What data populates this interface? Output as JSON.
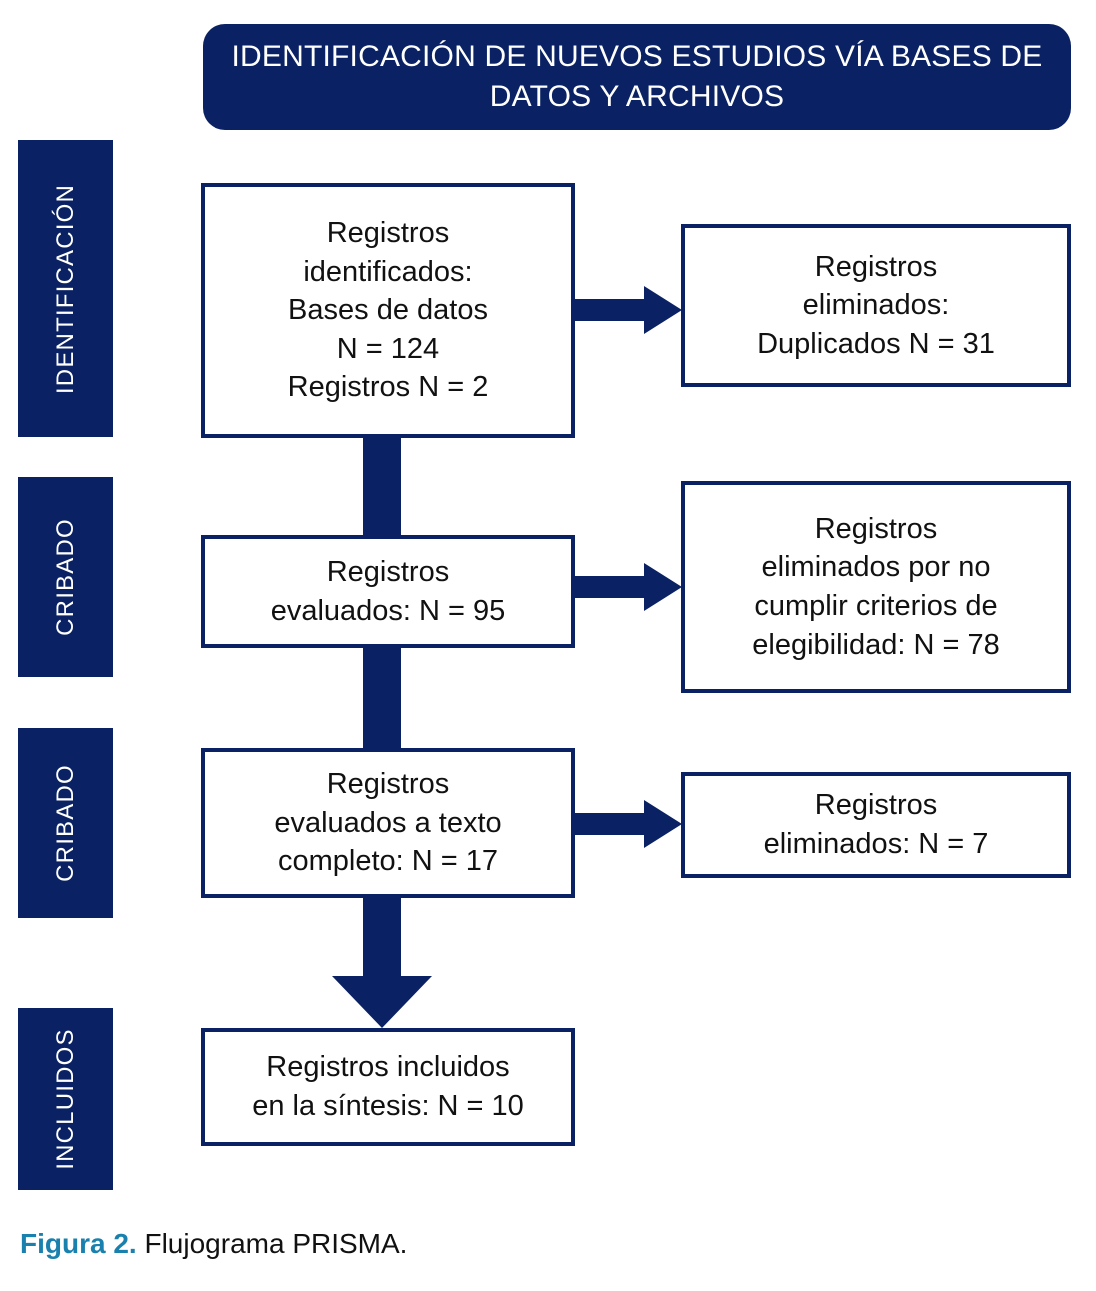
{
  "header": {
    "title": "IDENTIFICACIÓN DE NUEVOS ESTUDIOS VÍA BASES DE DATOS Y ARCHIVOS"
  },
  "stages": [
    {
      "label": "IDENTIFICACIÓN"
    },
    {
      "label": "CRIBADO"
    },
    {
      "label": "CRIBADO"
    },
    {
      "label": "INCLUIDOS"
    }
  ],
  "boxes": {
    "identified": {
      "lines": [
        "Registros",
        "identificados:",
        "Bases de datos",
        "N = 124",
        "Registros N = 2"
      ]
    },
    "duplicates_removed": {
      "lines": [
        "Registros",
        "eliminados:",
        "Duplicados N = 31"
      ]
    },
    "screened": {
      "lines": [
        "Registros",
        "evaluados: N = 95"
      ]
    },
    "excluded_criteria": {
      "lines": [
        "Registros",
        "eliminados por no",
        "cumplir criterios de",
        "elegibilidad: N = 78"
      ]
    },
    "fulltext": {
      "lines": [
        "Registros",
        "evaluados a texto",
        "completo: N = 17"
      ]
    },
    "excluded_fulltext": {
      "lines": [
        "Registros",
        "eliminados: N = 7"
      ]
    },
    "included": {
      "lines": [
        "Registros incluidos",
        "en la síntesis: N = 10"
      ]
    }
  },
  "caption": {
    "strong": "Figura 2.",
    "rest": " Flujograma PRISMA."
  },
  "colors": {
    "navy": "#0a2263",
    "caption_accent": "#1a80ad",
    "box_background": "#ffffff",
    "page_background": "#ffffff"
  },
  "chart_data": {
    "type": "diagram",
    "title": "IDENTIFICACIÓN DE NUEVOS ESTUDIOS VÍA BASES DE DATOS Y ARCHIVOS",
    "nodes": [
      {
        "id": "identified",
        "stage": "IDENTIFICACIÓN",
        "label": "Registros identificados: Bases de datos N = 124 Registros N = 2",
        "values": {
          "Bases de datos": 124,
          "Registros": 2
        }
      },
      {
        "id": "duplicates_removed",
        "stage": "IDENTIFICACIÓN",
        "label": "Registros eliminados: Duplicados N = 31",
        "values": {
          "Duplicados": 31
        }
      },
      {
        "id": "screened",
        "stage": "CRIBADO",
        "label": "Registros evaluados: N = 95",
        "values": {
          "N": 95
        }
      },
      {
        "id": "excluded_criteria",
        "stage": "CRIBADO",
        "label": "Registros eliminados por no cumplir criterios de elegibilidad: N = 78",
        "values": {
          "N": 78
        }
      },
      {
        "id": "fulltext",
        "stage": "CRIBADO",
        "label": "Registros evaluados a texto completo: N = 17",
        "values": {
          "N": 17
        }
      },
      {
        "id": "excluded_fulltext",
        "stage": "CRIBADO",
        "label": "Registros eliminados: N = 7",
        "values": {
          "N": 7
        }
      },
      {
        "id": "included",
        "stage": "INCLUIDOS",
        "label": "Registros incluidos en la síntesis: N = 10",
        "values": {
          "N": 10
        }
      }
    ],
    "edges": [
      {
        "from": "identified",
        "to": "duplicates_removed",
        "direction": "right"
      },
      {
        "from": "identified",
        "to": "screened",
        "direction": "down"
      },
      {
        "from": "screened",
        "to": "excluded_criteria",
        "direction": "right"
      },
      {
        "from": "screened",
        "to": "fulltext",
        "direction": "down"
      },
      {
        "from": "fulltext",
        "to": "excluded_fulltext",
        "direction": "right"
      },
      {
        "from": "fulltext",
        "to": "included",
        "direction": "down"
      }
    ]
  }
}
